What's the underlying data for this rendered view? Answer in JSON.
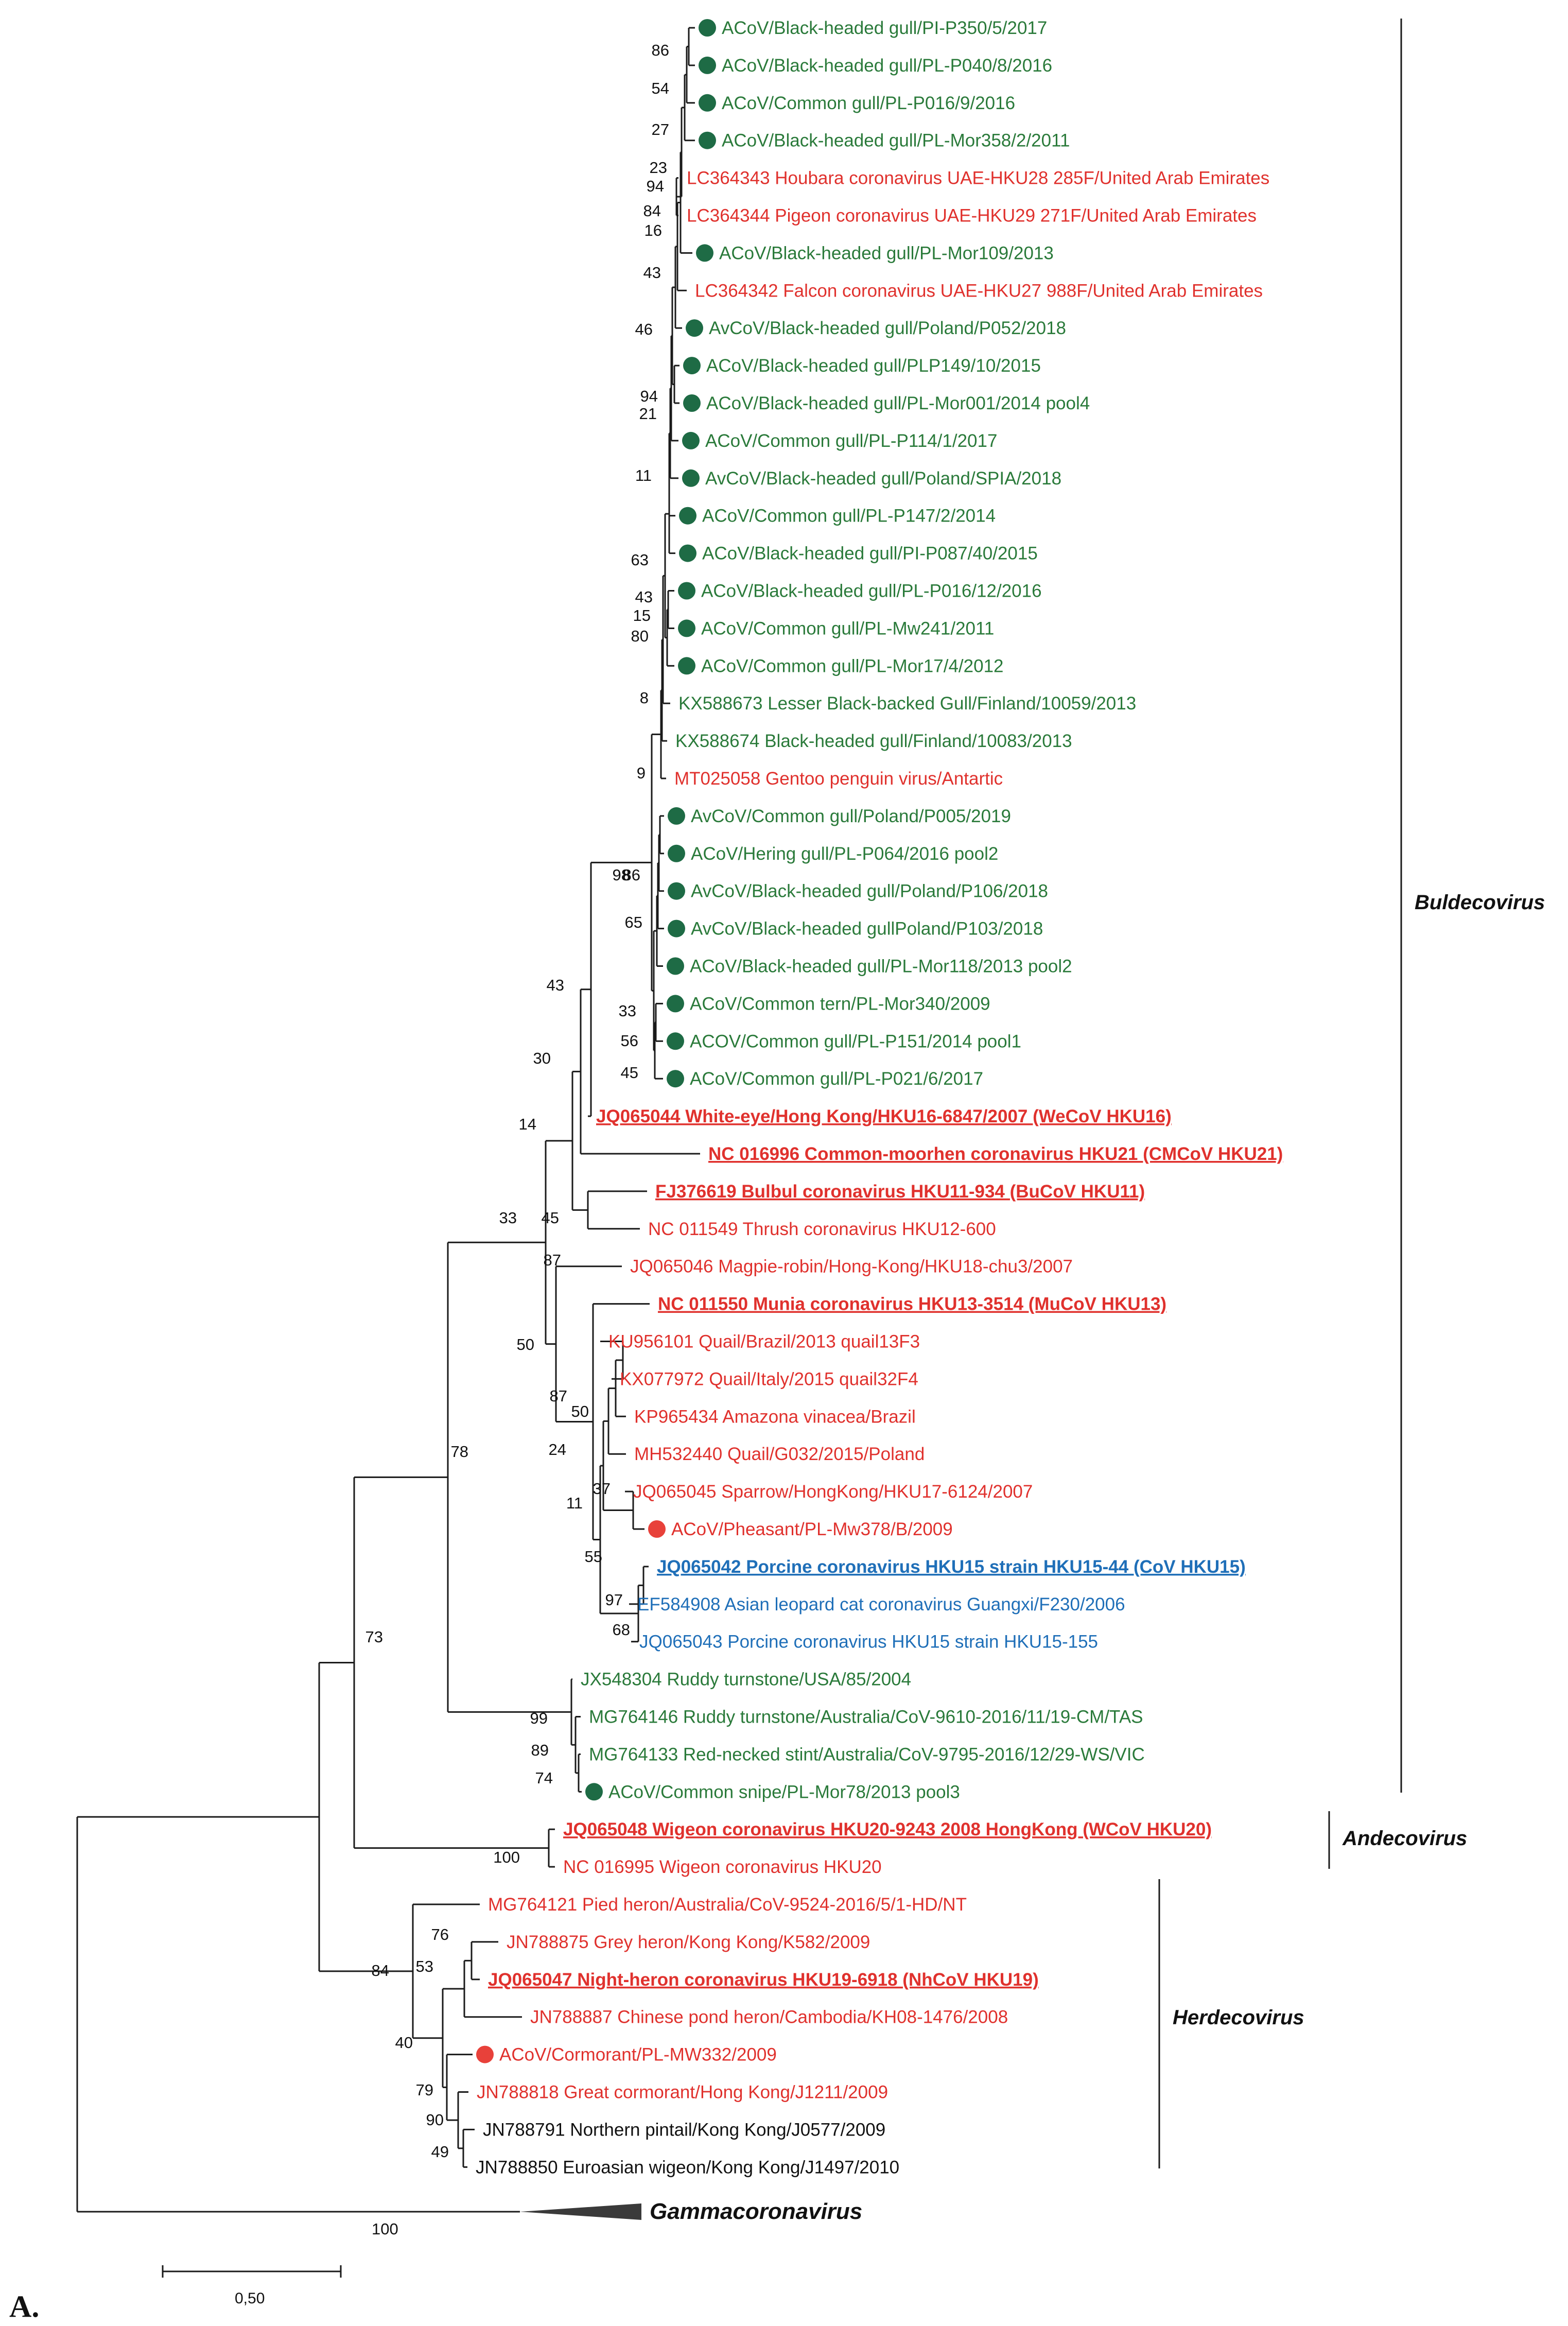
{
  "colors": {
    "green": "#2a7a3a",
    "red": "#e0312d",
    "blue": "#1f6fb8",
    "black": "#111111",
    "marker_green": "#1e6b45",
    "marker_red": "#e8413a"
  },
  "tips": [
    {
      "label": "ACoV/Black-headed gull/PI-P350/5/2017",
      "color": "green",
      "marker": "green",
      "bold": false
    },
    {
      "label": "ACoV/Black-headed gull/PL-P040/8/2016",
      "color": "green",
      "marker": "green",
      "bold": false
    },
    {
      "label": "ACoV/Common gull/PL-P016/9/2016",
      "color": "green",
      "marker": "green",
      "bold": false
    },
    {
      "label": "ACoV/Black-headed gull/PL-Mor358/2/2011",
      "color": "green",
      "marker": "green",
      "bold": false
    },
    {
      "label": "LC364343 Houbara coronavirus UAE-HKU28 285F/United Arab Emirates",
      "color": "red",
      "marker": "",
      "bold": false
    },
    {
      "label": "LC364344 Pigeon coronavirus UAE-HKU29 271F/United Arab Emirates",
      "color": "red",
      "marker": "",
      "bold": false
    },
    {
      "label": "ACoV/Black-headed gull/PL-Mor109/2013",
      "color": "green",
      "marker": "green",
      "bold": false
    },
    {
      "label": "LC364342 Falcon coronavirus UAE-HKU27 988F/United Arab Emirates",
      "color": "red",
      "marker": "",
      "bold": false
    },
    {
      "label": "AvCoV/Black-headed gull/Poland/P052/2018",
      "color": "green",
      "marker": "green",
      "bold": false
    },
    {
      "label": "ACoV/Black-headed gull/PLP149/10/2015",
      "color": "green",
      "marker": "green",
      "bold": false
    },
    {
      "label": "ACoV/Black-headed gull/PL-Mor001/2014 pool4",
      "color": "green",
      "marker": "green",
      "bold": false
    },
    {
      "label": "ACoV/Common gull/PL-P114/1/2017",
      "color": "green",
      "marker": "green",
      "bold": false
    },
    {
      "label": "AvCoV/Black-headed gull/Poland/SPIA/2018",
      "color": "green",
      "marker": "green",
      "bold": false
    },
    {
      "label": "ACoV/Common gull/PL-P147/2/2014",
      "color": "green",
      "marker": "green",
      "bold": false
    },
    {
      "label": "ACoV/Black-headed gull/PI-P087/40/2015",
      "color": "green",
      "marker": "green",
      "bold": false
    },
    {
      "label": "ACoV/Black-headed gull/PL-P016/12/2016",
      "color": "green",
      "marker": "green",
      "bold": false
    },
    {
      "label": "ACoV/Common gull/PL-Mw241/2011",
      "color": "green",
      "marker": "green",
      "bold": false
    },
    {
      "label": "ACoV/Common gull/PL-Mor17/4/2012",
      "color": "green",
      "marker": "green",
      "bold": false
    },
    {
      "label": "KX588673 Lesser Black-backed Gull/Finland/10059/2013",
      "color": "green",
      "marker": "",
      "bold": false
    },
    {
      "label": "KX588674 Black-headed gull/Finland/10083/2013",
      "color": "green",
      "marker": "",
      "bold": false
    },
    {
      "label": "MT025058 Gentoo penguin virus/Antartic",
      "color": "red",
      "marker": "",
      "bold": false
    },
    {
      "label": "AvCoV/Common gull/Poland/P005/2019",
      "color": "green",
      "marker": "green",
      "bold": false
    },
    {
      "label": "ACoV/Hering gull/PL-P064/2016 pool2",
      "color": "green",
      "marker": "green",
      "bold": false
    },
    {
      "label": "AvCoV/Black-headed gull/Poland/P106/2018",
      "color": "green",
      "marker": "green",
      "bold": false
    },
    {
      "label": "AvCoV/Black-headed gullPoland/P103/2018",
      "color": "green",
      "marker": "green",
      "bold": false
    },
    {
      "label": "ACoV/Black-headed gull/PL-Mor118/2013 pool2",
      "color": "green",
      "marker": "green",
      "bold": false
    },
    {
      "label": "ACoV/Common tern/PL-Mor340/2009",
      "color": "green",
      "marker": "green",
      "bold": false
    },
    {
      "label": "ACOV/Common gull/PL-P151/2014 pool1",
      "color": "green",
      "marker": "green",
      "bold": false
    },
    {
      "label": "ACoV/Common gull/PL-P021/6/2017",
      "color": "green",
      "marker": "green",
      "bold": false
    },
    {
      "label": "JQ065044 White-eye/Hong Kong/HKU16-6847/2007 (WeCoV HKU16)",
      "color": "red",
      "marker": "",
      "bold": true
    },
    {
      "label": "NC 016996 Common-moorhen coronavirus HKU21 (CMCoV HKU21)",
      "color": "red",
      "marker": "",
      "bold": true
    },
    {
      "label": "FJ376619 Bulbul coronavirus HKU11-934 (BuCoV HKU11)",
      "color": "red",
      "marker": "",
      "bold": true
    },
    {
      "label": "NC 011549 Thrush coronavirus HKU12-600",
      "color": "red",
      "marker": "",
      "bold": false
    },
    {
      "label": "JQ065046 Magpie-robin/Hong-Kong/HKU18-chu3/2007",
      "color": "red",
      "marker": "",
      "bold": false
    },
    {
      "label": "NC 011550 Munia coronavirus HKU13-3514 (MuCoV HKU13)",
      "color": "red",
      "marker": "",
      "bold": true
    },
    {
      "label": "KU956101 Quail/Brazil/2013 quail13F3",
      "color": "red",
      "marker": "",
      "bold": false
    },
    {
      "label": "KX077972 Quail/Italy/2015 quail32F4",
      "color": "red",
      "marker": "",
      "bold": false
    },
    {
      "label": "KP965434 Amazona vinacea/Brazil",
      "color": "red",
      "marker": "",
      "bold": false
    },
    {
      "label": "MH532440 Quail/G032/2015/Poland",
      "color": "red",
      "marker": "",
      "bold": false
    },
    {
      "label": "JQ065045 Sparrow/HongKong/HKU17-6124/2007",
      "color": "red",
      "marker": "",
      "bold": false
    },
    {
      "label": "ACoV/Pheasant/PL-Mw378/B/2009",
      "color": "red",
      "marker": "red",
      "bold": false
    },
    {
      "label": "JQ065042 Porcine coronavirus HKU15 strain HKU15-44 (CoV HKU15)",
      "color": "blue",
      "marker": "",
      "bold": true
    },
    {
      "label": "EF584908 Asian leopard cat coronavirus Guangxi/F230/2006",
      "color": "blue",
      "marker": "",
      "bold": false
    },
    {
      "label": "JQ065043 Porcine coronavirus HKU15 strain HKU15-155",
      "color": "blue",
      "marker": "",
      "bold": false
    },
    {
      "label": "JX548304 Ruddy turnstone/USA/85/2004",
      "color": "green",
      "marker": "",
      "bold": false
    },
    {
      "label": "MG764146 Ruddy turnstone/Australia/CoV-9610-2016/11/19-CM/TAS",
      "color": "green",
      "marker": "",
      "bold": false
    },
    {
      "label": "MG764133 Red-necked stint/Australia/CoV-9795-2016/12/29-WS/VIC",
      "color": "green",
      "marker": "",
      "bold": false
    },
    {
      "label": "ACoV/Common snipe/PL-Mor78/2013 pool3",
      "color": "green",
      "marker": "green",
      "bold": false
    },
    {
      "label": "JQ065048 Wigeon coronavirus HKU20-9243 2008 HongKong (WCoV HKU20)",
      "color": "red",
      "marker": "",
      "bold": true
    },
    {
      "label": "NC 016995 Wigeon coronavirus HKU20",
      "color": "red",
      "marker": "",
      "bold": false
    },
    {
      "label": "MG764121 Pied heron/Australia/CoV-9524-2016/5/1-HD/NT",
      "color": "red",
      "marker": "",
      "bold": false
    },
    {
      "label": "JN788875 Grey heron/Kong Kong/K582/2009",
      "color": "red",
      "marker": "",
      "bold": false
    },
    {
      "label": "JQ065047 Night-heron coronavirus HKU19-6918 (NhCoV HKU19)",
      "color": "red",
      "marker": "",
      "bold": true
    },
    {
      "label": "JN788887 Chinese pond heron/Cambodia/KH08-1476/2008",
      "color": "red",
      "marker": "",
      "bold": false
    },
    {
      "label": "ACoV/Cormorant/PL-MW332/2009",
      "color": "red",
      "marker": "red",
      "bold": false
    },
    {
      "label": "JN788818 Great cormorant/Hong Kong/J1211/2009",
      "color": "red",
      "marker": "",
      "bold": false
    },
    {
      "label": "JN788791 Northern pintail/Kong Kong/J0577/2009",
      "color": "black",
      "marker": "",
      "bold": false
    },
    {
      "label": "JN788850 Euroasian wigeon/Kong Kong/J1497/2010",
      "color": "black",
      "marker": "",
      "bold": false
    }
  ],
  "outgroup": {
    "label": "Gammacoronavirus",
    "bootstrap": "100"
  },
  "clades": [
    {
      "name": "Buldecovirus",
      "from": 0,
      "to": 47
    },
    {
      "name": "Andecovirus",
      "from": 48,
      "to": 49
    },
    {
      "name": "Herdecovirus",
      "from": 50,
      "to": 57
    }
  ],
  "bootstrap_labels": [
    "86",
    "54",
    "27",
    "23",
    "94",
    "84",
    "16",
    "43",
    "46",
    "94",
    "21",
    "11",
    "63",
    "43",
    "15",
    "80",
    "8",
    "9",
    "98",
    "86",
    "65",
    "33",
    "56",
    "45",
    "43",
    "30",
    "14",
    "33",
    "45",
    "87",
    "50",
    "87",
    "50",
    "24",
    "37",
    "11",
    "55",
    "97",
    "68",
    "78",
    "99",
    "89",
    "74",
    "73",
    "100",
    "84",
    "76",
    "53",
    "40",
    "79",
    "90",
    "49",
    "100"
  ],
  "scale_bar": {
    "label": "0,50",
    "value": 0.5
  },
  "panel_label": "A."
}
